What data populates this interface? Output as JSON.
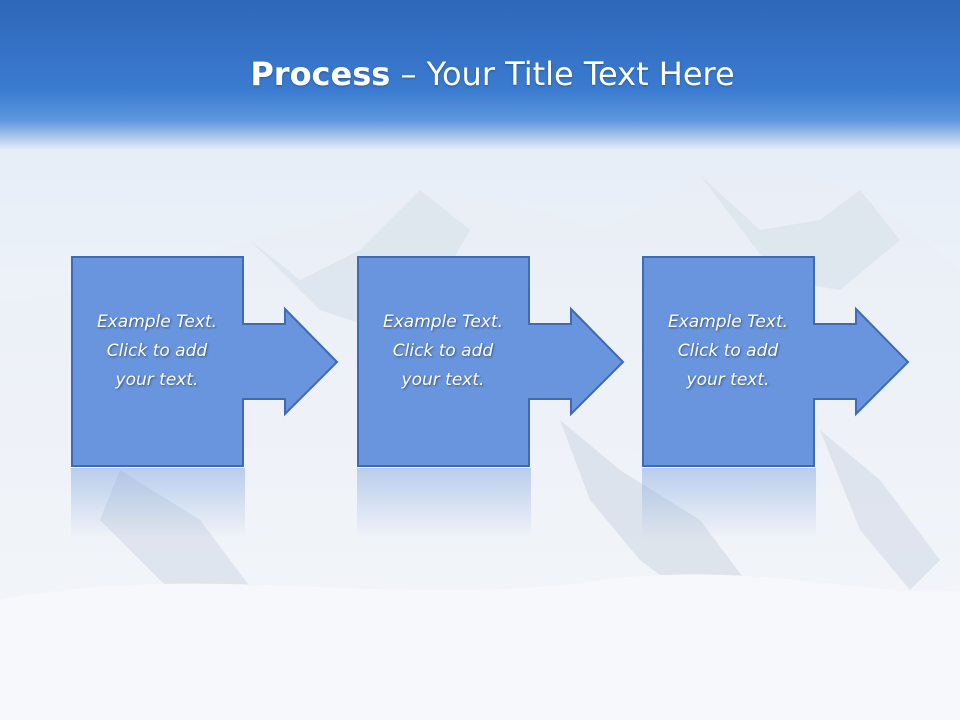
{
  "title": {
    "bold": "Process",
    "rest": " – Your Title Text Here"
  },
  "steps": [
    {
      "line1": "Example Text.",
      "line2": "Click  to add",
      "line3": "your text."
    },
    {
      "line1": "Example Text.",
      "line2": "Click  to add",
      "line3": "your text."
    },
    {
      "line1": "Example Text.",
      "line2": "Click  to add",
      "line3": "your text."
    }
  ],
  "colors": {
    "box_fill": "#6895de",
    "box_stroke": "#3f6ab6",
    "header": "#3a7bd0"
  }
}
